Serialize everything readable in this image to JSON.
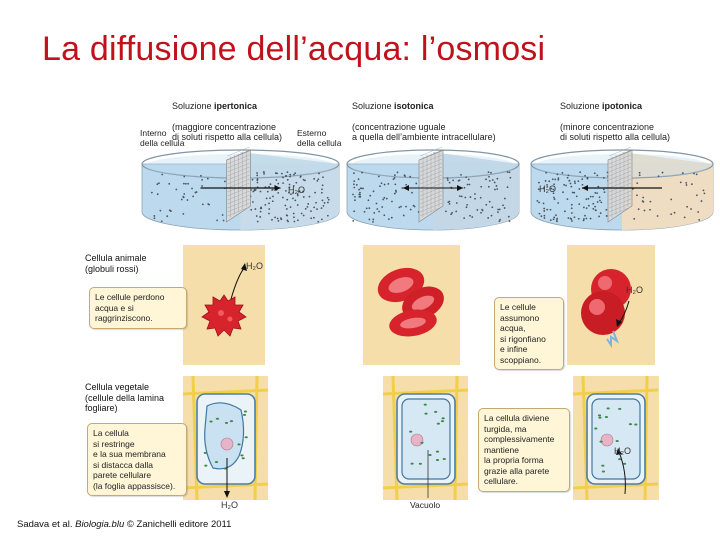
{
  "title": "La diffusione dell’acqua: l’osmosi",
  "columns": [
    {
      "line1_pre": "Soluzione ",
      "line1_bold": "ipertonica",
      "rest": "(maggiore concentrazione\ndi soluti rispetto alla cellula)"
    },
    {
      "line1_pre": "Soluzione ",
      "line1_bold": "isotonica",
      "rest": "(concentrazione uguale\na quella dell’ambiente intracellulare)"
    },
    {
      "line1_pre": "Soluzione ",
      "line1_bold": "ipotonica",
      "rest": "(minore concentrazione\ndi soluti rispetto alla cellula)"
    }
  ],
  "dish_labels": {
    "inside": "Interno\ndella cellula",
    "outside": "Esterno\ndella cellula"
  },
  "h2o": "H₂O",
  "rows": {
    "animal": {
      "title": "Cellula animale\n(globuli rossi)"
    },
    "plant": {
      "title": "Cellula vegetale\n(cellule della lamina\nfogliare)"
    }
  },
  "notes": {
    "animal_hyper": "Le cellule perdono\nacqua e si\nraggrinziscono.",
    "animal_hypo": "Le cellule\nassumono\nacqua,\nsi rigonfiano\ne infine\nscoppiano.",
    "plant_hyper": "La cellula\nsi restringe\ne la sua membrana\nsi distacca dalla\nparete cellulare\n(la foglia appassisce).",
    "plant_hypo": "La cellula diviene\nturgida, ma\ncomplessivamente\nmantiene\nla propria forma\ngrazie alla parete\ncellulare."
  },
  "vacuole_label": "Vacuolo",
  "credit": {
    "pre": "Sadava et al. ",
    "italic": "Biologia.blu",
    "post": " © Zanichelli editore 2011"
  },
  "colors": {
    "title": "#c0121c",
    "panel": "#f6deaa",
    "water_blue": "#bcd9ee",
    "water_tan": "#f0dcc0",
    "cell_red": "#d7242c"
  }
}
